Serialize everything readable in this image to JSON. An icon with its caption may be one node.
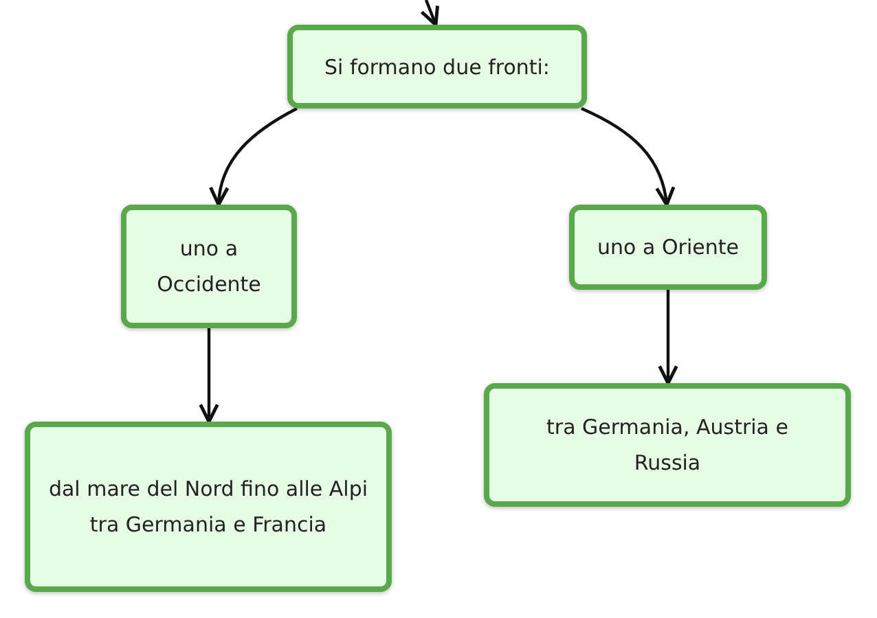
{
  "diagram": {
    "nodes": [
      {
        "text": [
          "Si formano due fronti:"
        ]
      },
      {
        "text": [
          "uno a Occidente"
        ]
      },
      {
        "text": [
          "uno a Oriente"
        ]
      },
      {
        "text": [
          "dal mare del Nord fino alle Alpi tra Germania e Francia"
        ]
      },
      {
        "text": [
          "tra Germania, Austria e Russia"
        ]
      }
    ],
    "edges": [
      {
        "from": null,
        "to": 0,
        "arrow": "to"
      },
      {
        "from": 0,
        "to": 1,
        "arrow": "to"
      },
      {
        "from": 0,
        "to": 2,
        "arrow": "to"
      },
      {
        "from": 1,
        "to": 3,
        "arrow": "to"
      },
      {
        "from": 2,
        "to": 4,
        "arrow": "to"
      }
    ]
  }
}
